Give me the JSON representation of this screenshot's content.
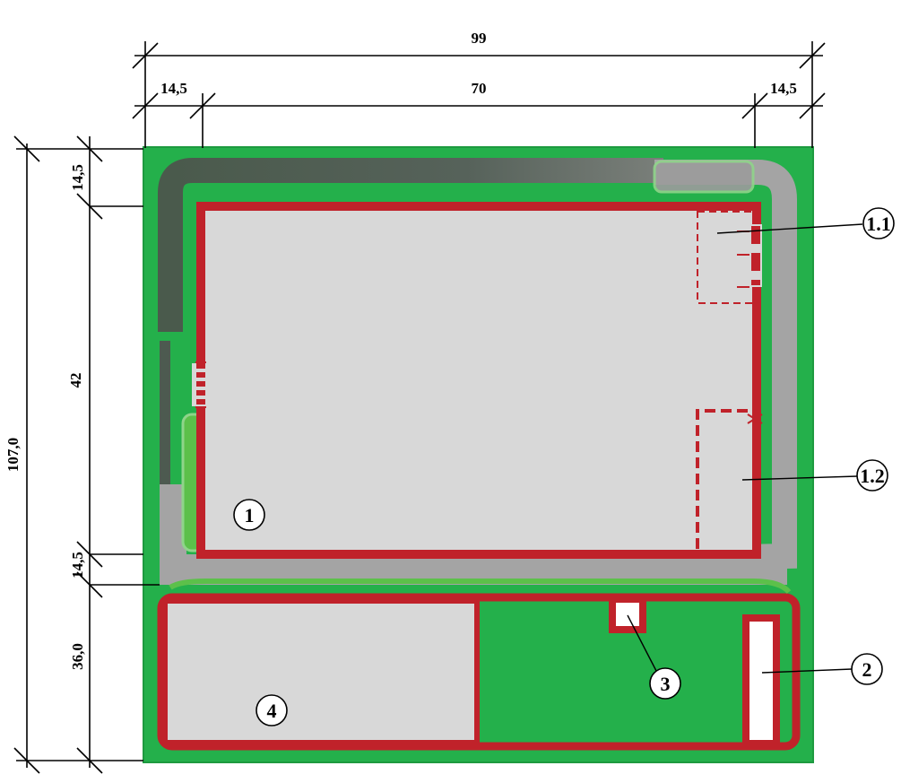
{
  "colors": {
    "site": "#24b04b",
    "site_edge": "#1e9a40",
    "light_green": "#5cc04a",
    "pale_green": "#8fd48a",
    "path_dark": "#4d5a50",
    "path_gray": "#9e9e9e",
    "path_light": "#a8a8a8",
    "area_fill": "#d8d8d8",
    "border_red": "#c0222a",
    "line": "#000000",
    "bench": "#ffffff"
  },
  "dimensions": {
    "total_width": "99",
    "inner_width": "70",
    "left_margin": "14,5",
    "right_margin": "14,5",
    "total_height": "107,0",
    "top_margin": "14,5",
    "main_height": "42",
    "gap_height": "14,5",
    "bottom_height": "36,0"
  },
  "callouts": {
    "c1": "1",
    "c1_1": "1.1",
    "c1_2": "1.2",
    "c2": "2",
    "c3": "3",
    "c4": "4"
  }
}
